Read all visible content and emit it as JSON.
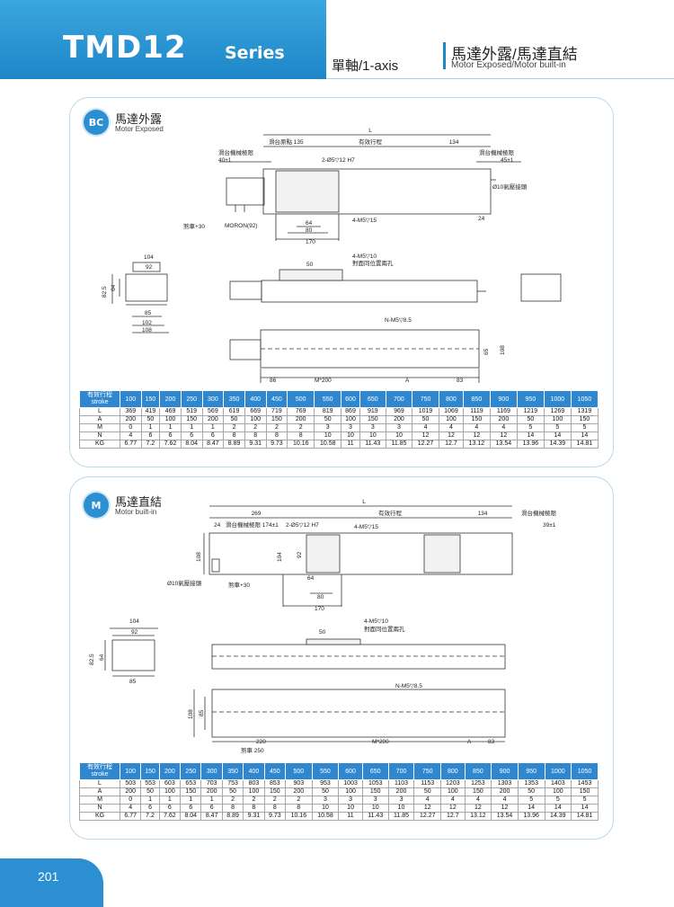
{
  "header": {
    "title": "TMD12",
    "series": "Series",
    "axis": "單軸/1-axis",
    "category_zh": "馬達外露/馬達直結",
    "category_en": "Motor Exposed/Motor built-in"
  },
  "page_number": "201",
  "colors": {
    "accent": "#2c8fd2",
    "table_header": "#2f88cf"
  },
  "sections": [
    {
      "badge": "BC",
      "title_zh": "馬達外露",
      "title_en": "Motor Exposed",
      "drawing": {
        "labels": [
          "L",
          "滑台原點 135",
          "有效行程",
          "134",
          "滑台機械極限",
          "40±1",
          "滑台機械極限",
          "45±1",
          "2-Ø5▽12 H7",
          "Ø10氣壓接頭",
          "24",
          "64",
          "4-M5▽15",
          "80",
          "170",
          "煞車+30",
          "MORON(92)",
          "104",
          "92",
          "82.5",
          "64",
          "85",
          "102",
          "108",
          "50",
          "4-M5▽10",
          "對面同位置兩孔",
          "N-M5▽8.5",
          "65",
          "108",
          "86",
          "M*200",
          "A",
          "83"
        ]
      },
      "table": {
        "head_zh": "有效行程",
        "head_en": "stroke",
        "strokes": [
          "100",
          "150",
          "200",
          "250",
          "300",
          "350",
          "400",
          "450",
          "500",
          "550",
          "600",
          "650",
          "700",
          "750",
          "800",
          "850",
          "900",
          "950",
          "1000",
          "1050"
        ],
        "rows": [
          {
            "label": "L",
            "values": [
              "369",
              "419",
              "469",
              "519",
              "569",
              "619",
              "669",
              "719",
              "769",
              "819",
              "869",
              "919",
              "969",
              "1019",
              "1069",
              "1119",
              "1169",
              "1219",
              "1269",
              "1319"
            ]
          },
          {
            "label": "A",
            "values": [
              "200",
              "50",
              "100",
              "150",
              "200",
              "50",
              "100",
              "150",
              "200",
              "50",
              "100",
              "150",
              "200",
              "50",
              "100",
              "150",
              "200",
              "50",
              "100",
              "150"
            ]
          },
          {
            "label": "M",
            "values": [
              "0",
              "1",
              "1",
              "1",
              "1",
              "2",
              "2",
              "2",
              "2",
              "3",
              "3",
              "3",
              "3",
              "4",
              "4",
              "4",
              "4",
              "5",
              "5",
              "5"
            ]
          },
          {
            "label": "N",
            "values": [
              "4",
              "6",
              "6",
              "6",
              "6",
              "8",
              "8",
              "8",
              "8",
              "10",
              "10",
              "10",
              "10",
              "12",
              "12",
              "12",
              "12",
              "14",
              "14",
              "14"
            ]
          },
          {
            "label": "KG",
            "values": [
              "6.77",
              "7.2",
              "7.62",
              "8.04",
              "8.47",
              "8.89",
              "9.31",
              "9.73",
              "10.16",
              "10.58",
              "11",
              "11.43",
              "11.85",
              "12.27",
              "12.7",
              "13.12",
              "13.54",
              "13.96",
              "14.39",
              "14.81"
            ]
          }
        ]
      }
    },
    {
      "badge": "M",
      "title_zh": "馬達直結",
      "title_en": "Motor built-in",
      "drawing": {
        "labels": [
          "L",
          "269",
          "有效行程",
          "134",
          "滑台機械極限",
          "39±1",
          "24",
          "滑台機械極限 174±1",
          "2-Ø5▽12 H7",
          "4-M5▽15",
          "108",
          "104",
          "92",
          "Ø10氣壓接頭",
          "煞車+30",
          "64",
          "80",
          "170",
          "104",
          "92",
          "82.5",
          "64",
          "85",
          "50",
          "4-M5▽10",
          "對面同位置兩孔",
          "N-M5▽8.5",
          "108",
          "85",
          "220",
          "煞車 250",
          "M*200",
          "A",
          "83"
        ]
      },
      "table": {
        "head_zh": "有效行程",
        "head_en": "stroke",
        "strokes": [
          "100",
          "150",
          "200",
          "250",
          "300",
          "350",
          "400",
          "450",
          "500",
          "550",
          "600",
          "650",
          "700",
          "750",
          "800",
          "850",
          "900",
          "950",
          "1000",
          "1050"
        ],
        "rows": [
          {
            "label": "L",
            "values": [
              "503",
              "553",
              "603",
              "653",
              "703",
              "753",
              "803",
              "853",
              "903",
              "953",
              "1003",
              "1053",
              "1103",
              "1153",
              "1203",
              "1253",
              "1303",
              "1353",
              "1403",
              "1453"
            ]
          },
          {
            "label": "A",
            "values": [
              "200",
              "50",
              "100",
              "150",
              "200",
              "50",
              "100",
              "150",
              "200",
              "50",
              "100",
              "150",
              "200",
              "50",
              "100",
              "150",
              "200",
              "50",
              "100",
              "150"
            ]
          },
          {
            "label": "M",
            "values": [
              "0",
              "1",
              "1",
              "1",
              "1",
              "2",
              "2",
              "2",
              "2",
              "3",
              "3",
              "3",
              "3",
              "4",
              "4",
              "4",
              "4",
              "5",
              "5",
              "5"
            ]
          },
          {
            "label": "N",
            "values": [
              "4",
              "6",
              "6",
              "6",
              "6",
              "8",
              "8",
              "8",
              "8",
              "10",
              "10",
              "10",
              "10",
              "12",
              "12",
              "12",
              "12",
              "14",
              "14",
              "14"
            ]
          },
          {
            "label": "KG",
            "values": [
              "6.77",
              "7.2",
              "7.62",
              "8.04",
              "8.47",
              "8.89",
              "9.31",
              "9.73",
              "10.16",
              "10.58",
              "11",
              "11.43",
              "11.85",
              "12.27",
              "12.7",
              "13.12",
              "13.54",
              "13.96",
              "14.39",
              "14.81"
            ]
          }
        ]
      }
    }
  ]
}
